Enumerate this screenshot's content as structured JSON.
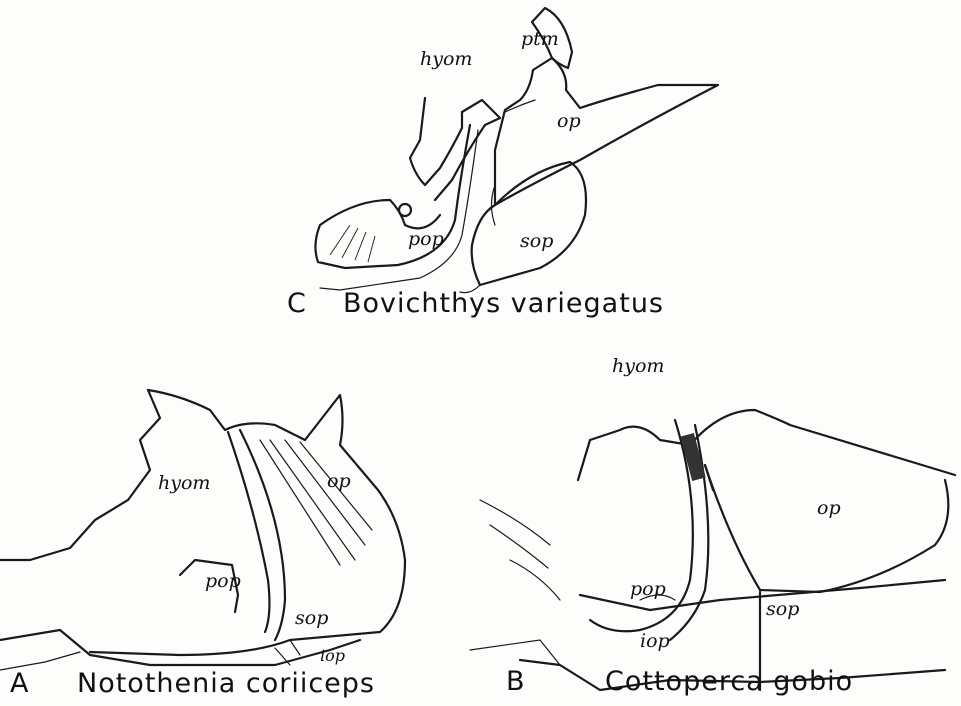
{
  "panels": {
    "c": {
      "letter": "C",
      "species": "Bovichthys variegatus",
      "labels": {
        "ptm": "ptm",
        "hyom": "hyom",
        "op": "op",
        "pop": "pop",
        "sop": "sop"
      }
    },
    "a": {
      "letter": "A",
      "species": "Notothenia coriiceps",
      "labels": {
        "hyom": "hyom",
        "op": "op",
        "pop": "pop",
        "sop": "sop",
        "iop": "iop"
      }
    },
    "b": {
      "letter": "B",
      "species": "Cottoperca gobio",
      "labels": {
        "hyom": "hyom",
        "op": "op",
        "pop": "pop",
        "sop": "sop",
        "iop": "iop"
      }
    }
  }
}
